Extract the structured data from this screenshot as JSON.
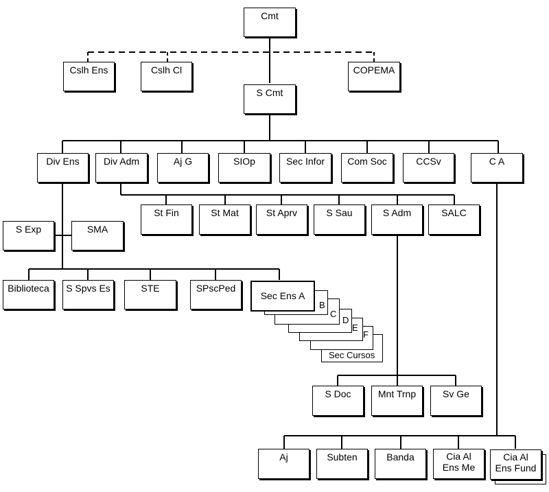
{
  "nodes": {
    "cmt": "Cmt",
    "cslh_ens": "Cslh Ens",
    "cslh_cl": "Cslh Cl",
    "copema": "COPEMA",
    "s_cmt": "S Cmt",
    "div_ens": "Div Ens",
    "div_adm": "Div Adm",
    "aj_g": "Aj G",
    "siop": "SIOp",
    "sec_infor": "Sec Infor",
    "com_soc": "Com Soc",
    "ccsv": "CCSv",
    "c_a": "C A",
    "st_fin": "St Fin",
    "st_mat": "St Mat",
    "st_aprv": "St Aprv",
    "s_sau": "S Sau",
    "s_adm": "S Adm",
    "salc": "SALC",
    "s_exp": "S Exp",
    "sma": "SMA",
    "biblioteca": "Biblioteca",
    "s_spvs_es": "S Spvs Es",
    "ste": "STE",
    "spscped": "SPscPed",
    "sec_ens_a": "Sec Ens A",
    "sec_b": "B",
    "sec_c": "C",
    "sec_d": "D",
    "sec_e": "E",
    "sec_f": "F",
    "sec_cursos": "Sec Cursos",
    "s_doc": "S Doc",
    "mnt_trnp": "Mnt Trnp",
    "sv_ge": "Sv Ge",
    "aj": "Aj",
    "subten": "Subten",
    "banda": "Banda",
    "cia_al_ens_me_1": "Cia Al",
    "cia_al_ens_me_2": "Ens Me",
    "cia_al_ens_fund_1": "Cia Al",
    "cia_al_ens_fund_2": "Ens Fund"
  }
}
